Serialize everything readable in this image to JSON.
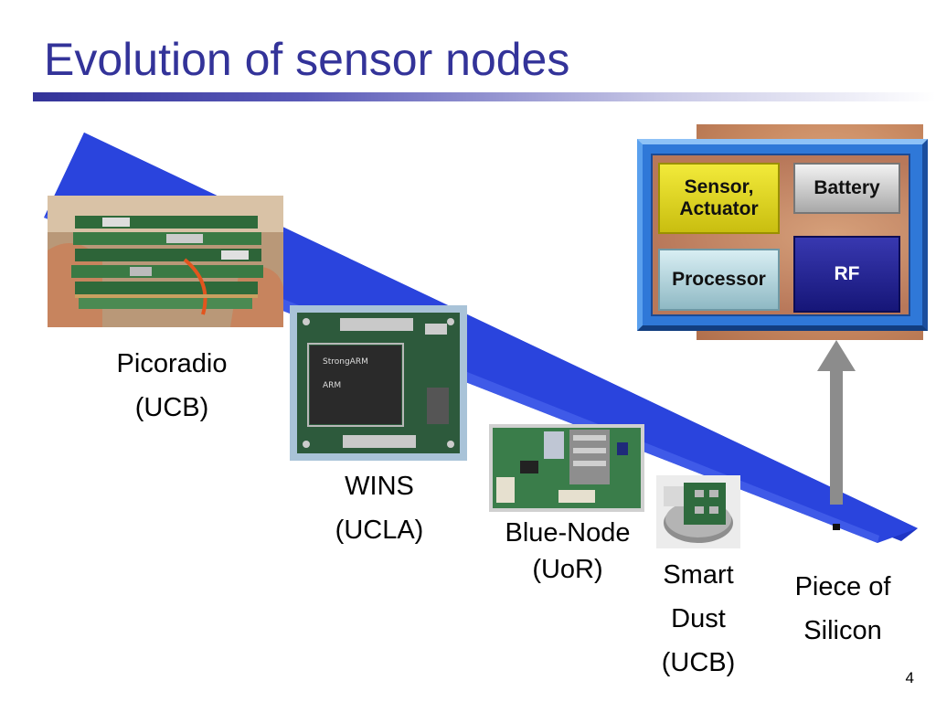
{
  "slide": {
    "title": "Evolution of sensor nodes",
    "page_number": "4"
  },
  "nodes": [
    {
      "name": "Picoradio",
      "org": "(UCB)"
    },
    {
      "name": "WINS",
      "org": "(UCLA)"
    },
    {
      "name": "Blue-Node",
      "org": "(UoR)"
    },
    {
      "line1": "Smart",
      "line2": "Dust",
      "org": "(UCB)"
    },
    {
      "line1": "Piece of",
      "line2": "Silicon"
    }
  ],
  "chip": {
    "sensor": "Sensor,\nActuator",
    "battery": "Battery",
    "processor": "Processor",
    "rf": "RF"
  },
  "colors": {
    "title": "#333399",
    "wedge": "#2a44dd",
    "chip_frame": "#2f78d8",
    "arrow": "#8c8c8c"
  }
}
